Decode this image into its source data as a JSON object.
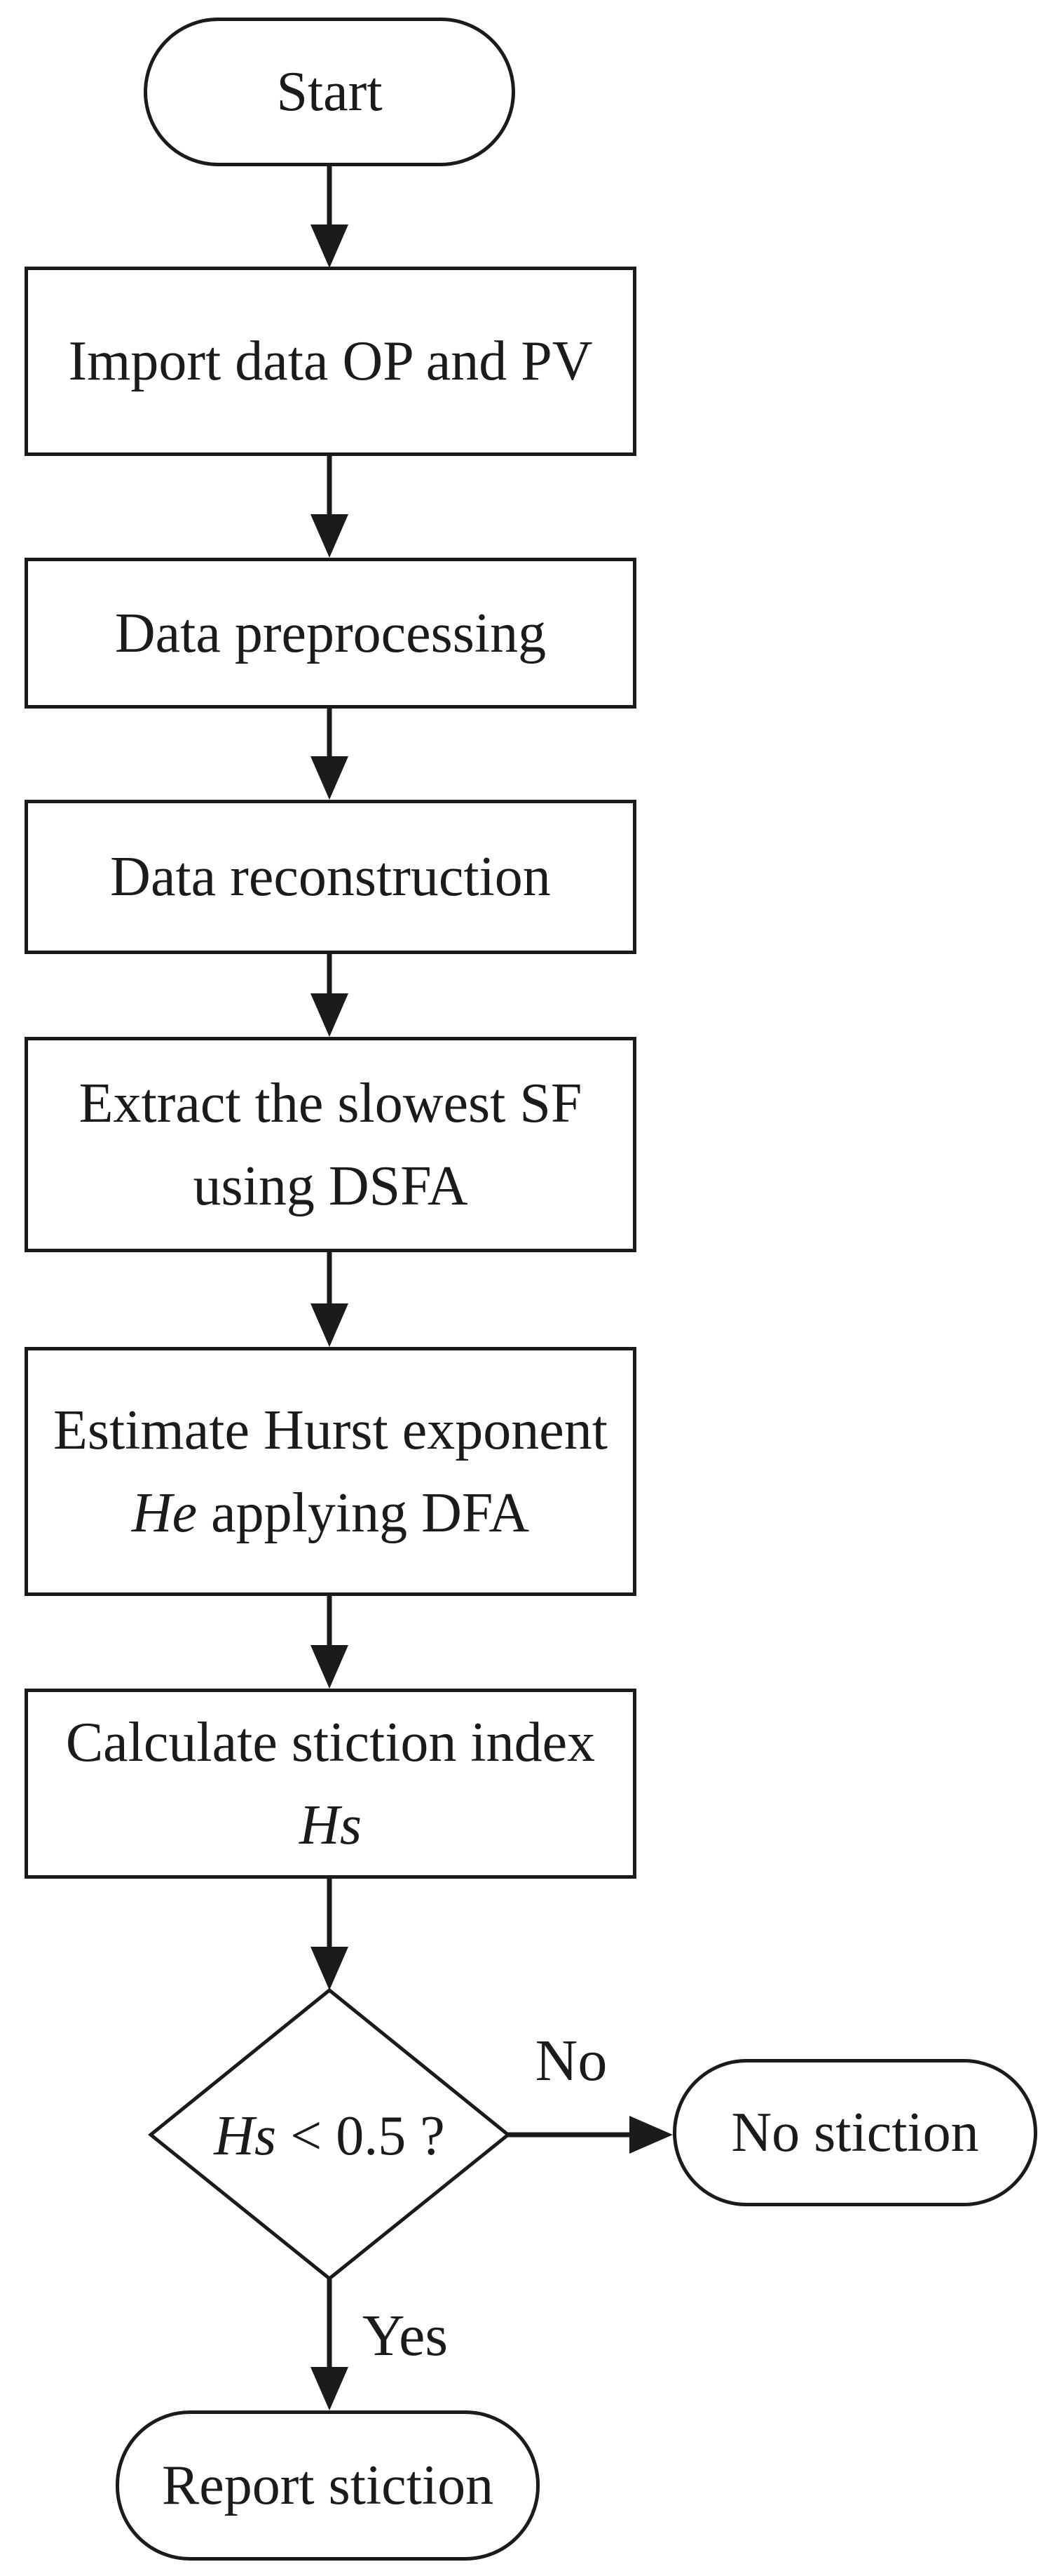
{
  "flowchart": {
    "description": "Stiction detection procedure flowchart",
    "colors": {
      "stroke": "#1b1b1b",
      "fill": "#ffffff",
      "text": "#1b1b1b"
    },
    "nodes": {
      "start": {
        "type": "terminator",
        "label": "Start"
      },
      "import": {
        "type": "process",
        "label": "Import data OP and PV"
      },
      "preprocess": {
        "type": "process",
        "label": "Data preprocessing"
      },
      "reconstruct": {
        "type": "process",
        "label": "Data reconstruction"
      },
      "extract": {
        "type": "process",
        "line1": "Extract  the slowest SF",
        "line2": "using DSFA"
      },
      "estimate": {
        "type": "process",
        "line1": "Estimate Hurst exponent",
        "line2_italic": "He",
        "line2_rest": " applying DFA"
      },
      "calculate": {
        "type": "process",
        "line1": "Calculate stiction index",
        "line2_italic": "Hs"
      },
      "decision": {
        "type": "decision",
        "condition_italic": "Hs",
        "condition_rest": " < 0.5 ?"
      },
      "no_stiction": {
        "type": "terminator",
        "label": "No stiction"
      },
      "report_stiction": {
        "type": "terminator",
        "label": "Report stiction"
      }
    },
    "edges": {
      "no_label": "No",
      "yes_label": "Yes"
    }
  }
}
